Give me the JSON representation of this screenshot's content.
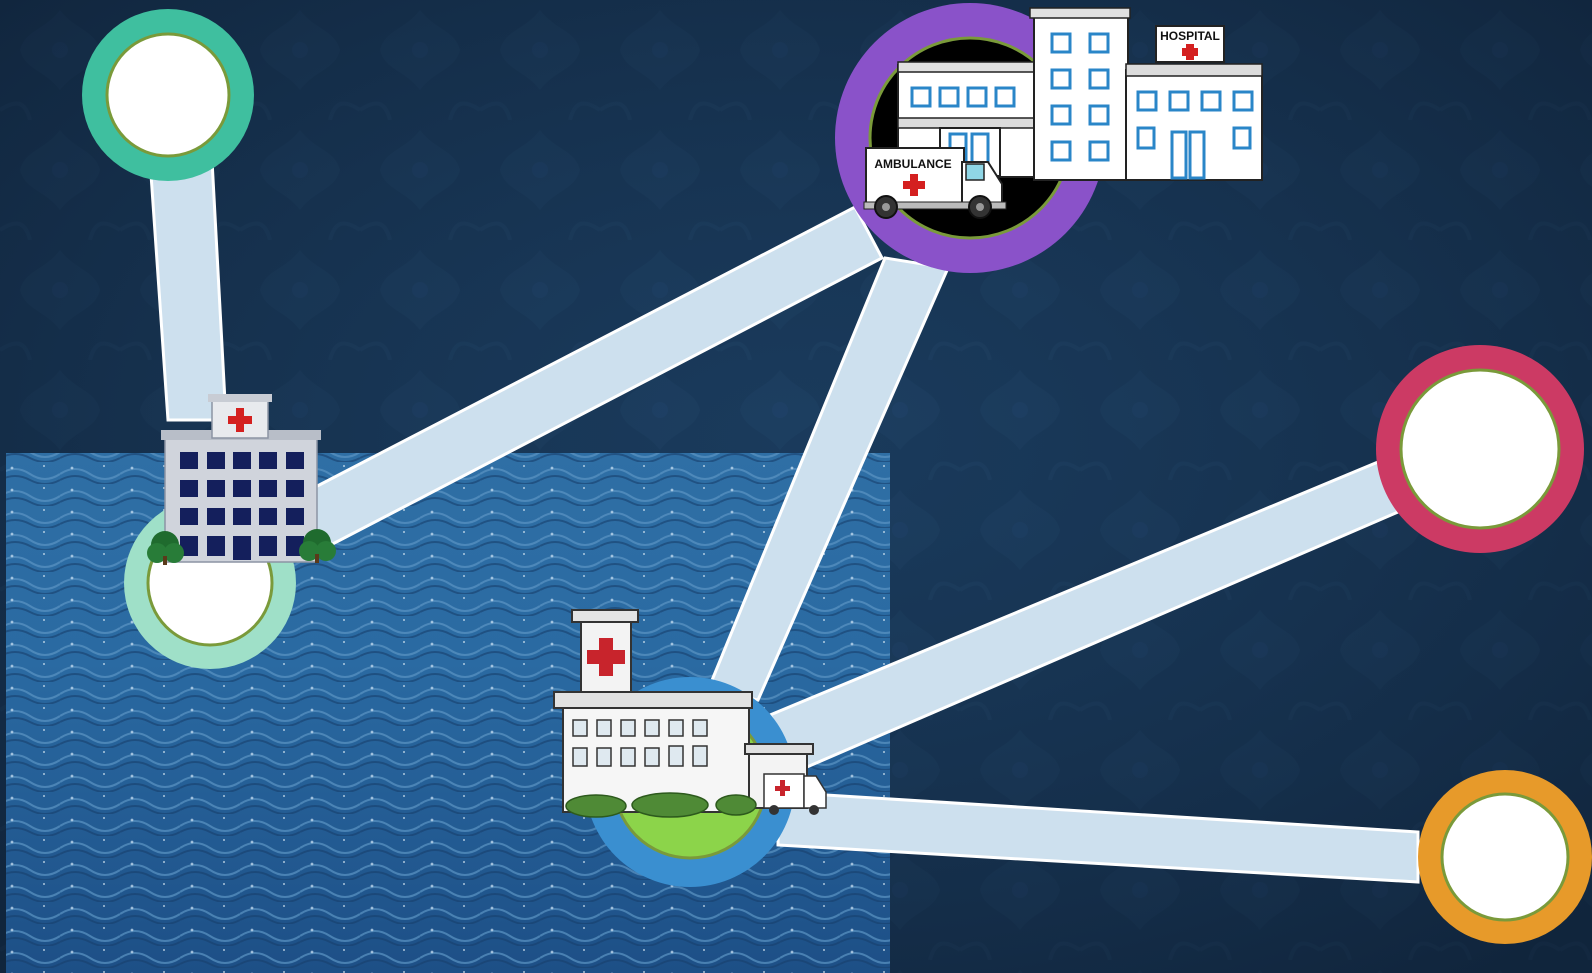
{
  "colors": {
    "background": "#16304d",
    "connector": "#cde0ee",
    "connector_edge": "#ffffff",
    "node_inner_ring": "#7a9a3a",
    "node_teal": "#3fbf9f",
    "node_mint": "#9fe0c8",
    "node_purple": "#8a52c9",
    "node_blue": "#3a8fd0",
    "node_blue_fill": "#8cd44a",
    "node_crimson": "#cc3a64",
    "node_orange": "#e79a2a",
    "cross": "#d42020"
  },
  "ocean_photo": {
    "present": true
  },
  "nodes": [
    {
      "id": "teal-top-left",
      "color_key": "node_teal",
      "center_fill": "white"
    },
    {
      "id": "mint-ocean",
      "color_key": "node_mint",
      "center_fill": "white"
    },
    {
      "id": "purple-top",
      "color_key": "node_purple",
      "center_fill": "black"
    },
    {
      "id": "blue-ocean",
      "color_key": "node_blue",
      "center_fill": "green"
    },
    {
      "id": "crimson-right",
      "color_key": "node_crimson",
      "center_fill": "white"
    },
    {
      "id": "orange-bottom-right",
      "color_key": "node_orange",
      "center_fill": "white"
    }
  ],
  "connections": [
    [
      "teal-top-left",
      "mint-ocean"
    ],
    [
      "mint-ocean",
      "purple-top"
    ],
    [
      "purple-top",
      "blue-ocean"
    ],
    [
      "blue-ocean",
      "crimson-right"
    ],
    [
      "blue-ocean",
      "orange-bottom-right"
    ]
  ],
  "illustrations": {
    "hospital_large": {
      "icon": "hospital-building-icon",
      "sign_text": "HOSPITAL"
    },
    "ambulance": {
      "icon": "ambulance-icon",
      "label_text": "AMBULANCE"
    },
    "hospital_small_navy": {
      "icon": "hospital-tower-icon"
    },
    "hospital_sketch": {
      "icon": "hospital-sketch-icon"
    }
  }
}
